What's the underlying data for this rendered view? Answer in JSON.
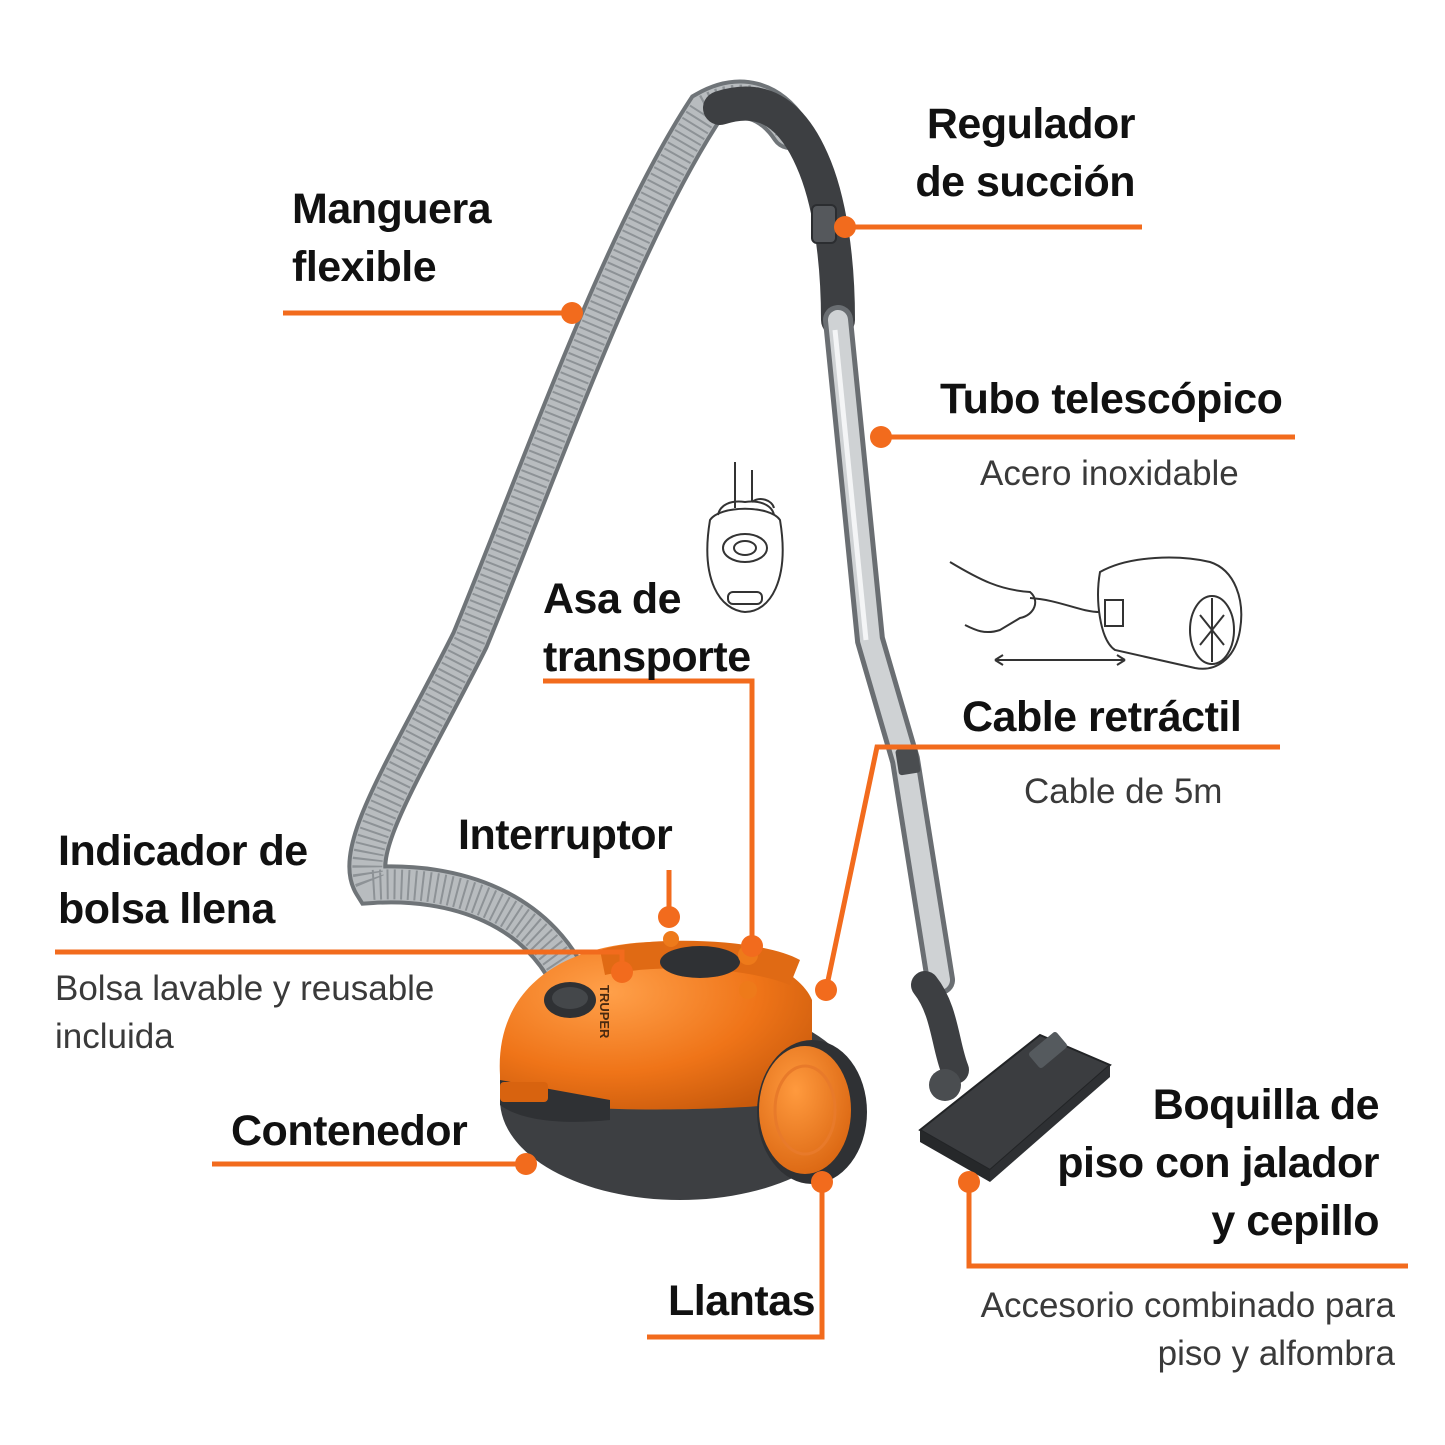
{
  "colors": {
    "accent": "#f26b1d",
    "body_orange": "#ee7a1a",
    "body_dark": "#3d3f42",
    "hose_silver": "#9fa4a8",
    "steel": "#b9bcbf"
  },
  "brand": "TRUPER",
  "labels": {
    "manguera_l1": "Manguera",
    "manguera_l2": "flexible",
    "regulador_l1": "Regulador",
    "regulador_l2": "de succión",
    "tubo": "Tubo telescópico",
    "tubo_sub": "Acero inoxidable",
    "asa_l1": "Asa de",
    "asa_l2": "transporte",
    "cable": "Cable retráctil",
    "cable_sub": "Cable de 5m",
    "interruptor": "Interruptor",
    "indicador_l1": "Indicador de",
    "indicador_l2": "bolsa llena",
    "indicador_sub_l1": "Bolsa lavable y reusable",
    "indicador_sub_l2": "incluida",
    "contenedor": "Contenedor",
    "llantas": "Llantas",
    "boquilla_l1": "Boquilla de",
    "boquilla_l2": "piso con jalador",
    "boquilla_l3": "y cepillo",
    "boquilla_sub_l1": "Accesorio combinado para",
    "boquilla_sub_l2": "piso y alfombra"
  }
}
